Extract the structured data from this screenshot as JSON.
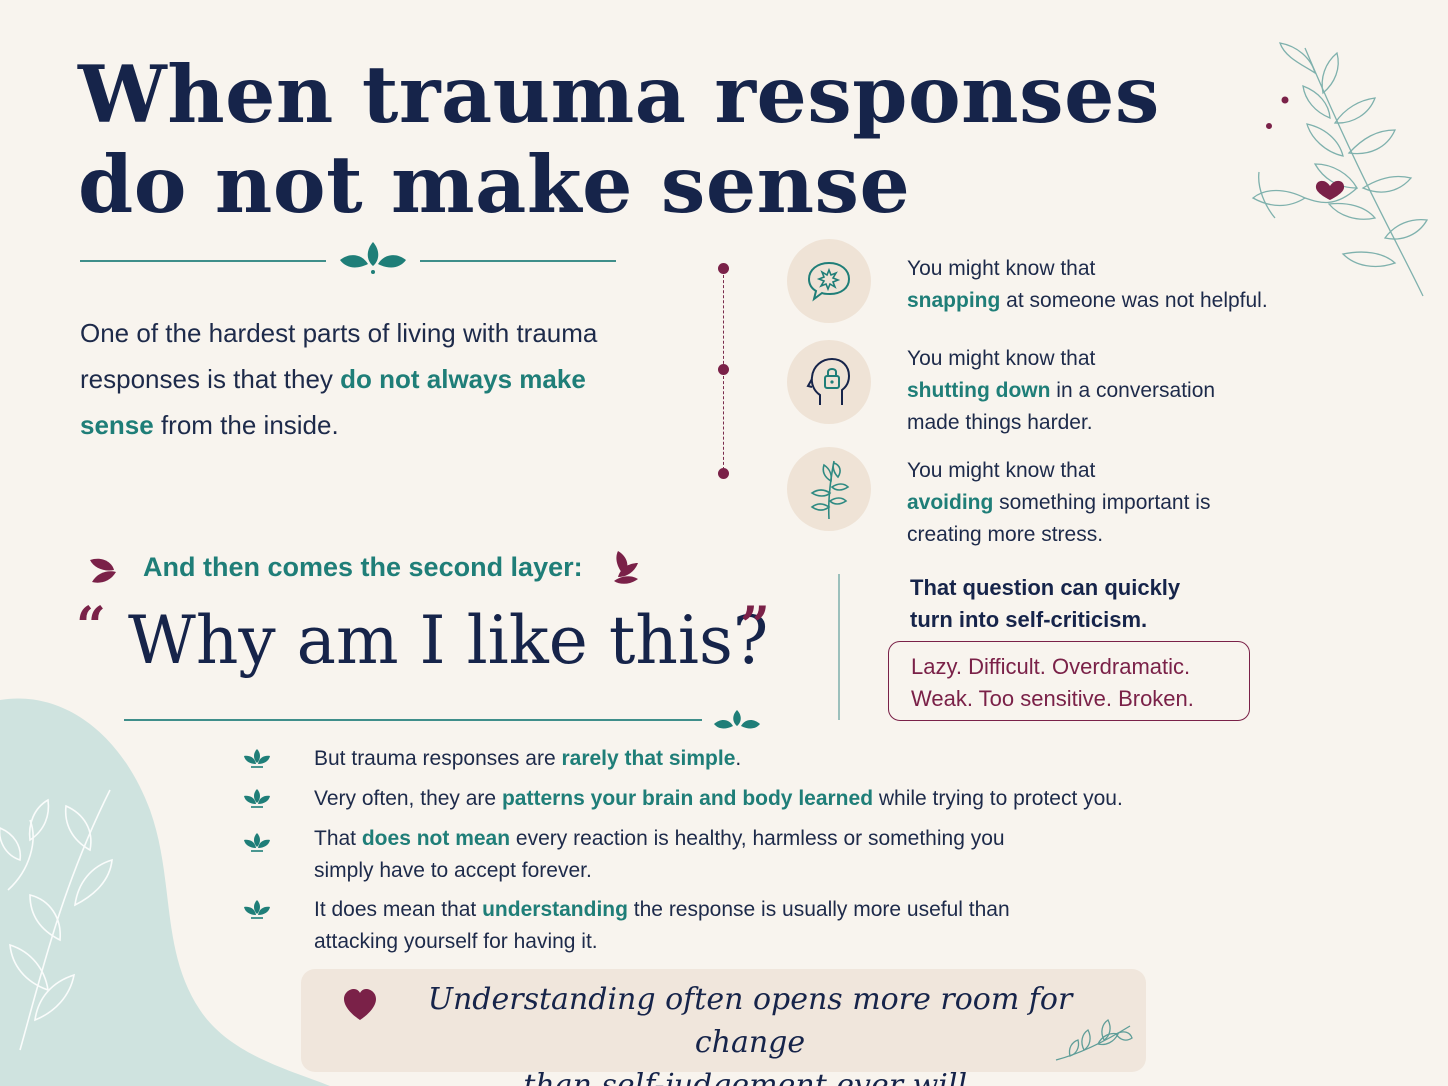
{
  "title": {
    "line1": "When trauma responses",
    "line2": "do not make sense"
  },
  "intro": {
    "part1": "One of the hardest parts of living with trauma responses is that they ",
    "emphasis": "do not always make sense",
    "part2": " from the inside."
  },
  "items": [
    {
      "icon": "speech-bubble-burst-icon",
      "prefix": "You might know that",
      "emphasis": "snapping",
      "suffix": " at someone was not helpful."
    },
    {
      "icon": "head-lock-icon",
      "prefix": "You might know that",
      "emphasis": "shutting down",
      "suffix": " in a conversation made things harder."
    },
    {
      "icon": "leaf-sprig-icon",
      "prefix": "You might know that",
      "emphasis": "avoiding",
      "suffix": " something important is creating more stress."
    }
  ],
  "second_layer": "And then comes the second layer:",
  "question": "Why am I like this?",
  "quote_open": "“",
  "quote_close": "”",
  "self_criticism": {
    "line1": "That question can quickly",
    "line2": "turn into self-criticism.",
    "labels_line1": "Lazy. Difficult. Overdramatic.",
    "labels_line2": "Weak. Too sensitive. Broken."
  },
  "bullets": [
    {
      "pre": "But trauma responses are ",
      "emphasis": "rarely that simple",
      "post": "."
    },
    {
      "pre": "Very often, they are ",
      "emphasis": "patterns your brain and body learned",
      "post": " while trying to protect you."
    },
    {
      "pre": "That ",
      "emphasis": "does not mean",
      "post": " every reaction is healthy, harmless or something you simply have to accept forever."
    },
    {
      "pre": "It does mean that ",
      "emphasis": "understanding",
      "post": " the response is usually more useful than attacking yourself for having it."
    }
  ],
  "closing_quote": {
    "line1": "Understanding often opens more room for change",
    "line2": "than self-judgement ever will."
  },
  "colors": {
    "background": "#f8f4ee",
    "navy": "#16244a",
    "teal": "#1f7e78",
    "plum": "#7a2148",
    "sage": "#cfe3df"
  }
}
